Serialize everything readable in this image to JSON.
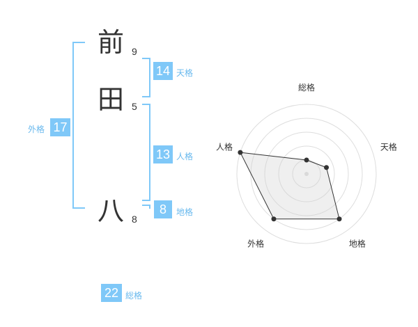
{
  "name": {
    "chars": [
      {
        "char": "前",
        "strokes": "9"
      },
      {
        "char": "田",
        "strokes": "5"
      },
      {
        "char": "八",
        "strokes": "8"
      }
    ]
  },
  "kaku": {
    "tenkaku": {
      "value": "14",
      "label": "天格"
    },
    "jinkaku": {
      "value": "13",
      "label": "人格"
    },
    "chikaku": {
      "value": "8",
      "label": "地格"
    },
    "gaikaku": {
      "value": "17",
      "label": "外格"
    },
    "soukaku": {
      "value": "22",
      "label": "総格"
    }
  },
  "colors": {
    "accent": "#7fc8f8",
    "accent_text": "#69b9ee"
  },
  "chart_data": {
    "type": "radar",
    "axes": [
      "総格",
      "天格",
      "地格",
      "外格",
      "人格"
    ],
    "values": [
      1,
      1.5,
      4,
      4,
      5
    ],
    "range": [
      0,
      5
    ],
    "rings": 5
  }
}
